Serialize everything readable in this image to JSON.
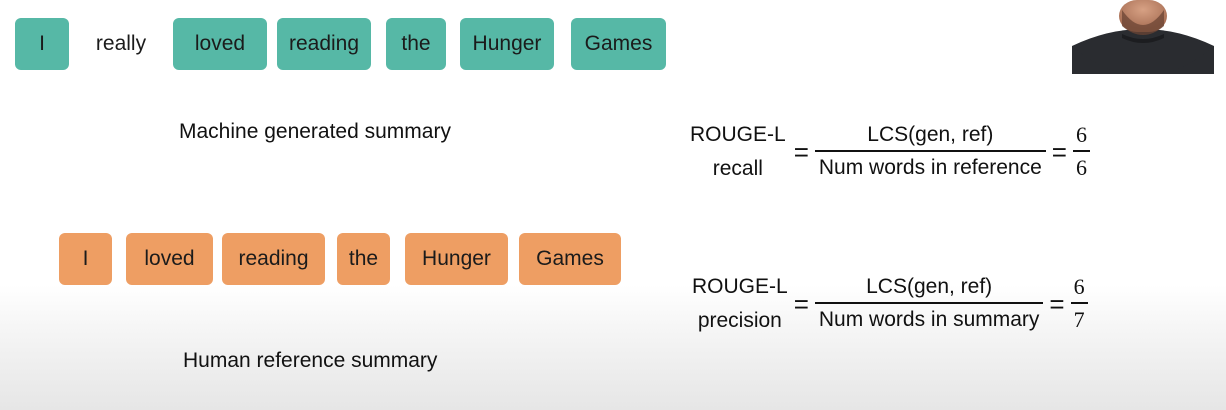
{
  "generated": {
    "tokens": [
      "I",
      "really",
      "loved",
      "reading",
      "the",
      "Hunger",
      "Games"
    ],
    "caption": "Machine generated summary"
  },
  "reference": {
    "tokens": [
      "I",
      "loved",
      "reading",
      "the",
      "Hunger",
      "Games"
    ],
    "caption": "Human reference summary"
  },
  "recall": {
    "lhs_line1": "ROUGE-L",
    "lhs_line2": "recall",
    "equals": "=",
    "numerator": "LCS(gen, ref)",
    "denominator": "Num words in reference",
    "value_numerator": "6",
    "value_denominator": "6"
  },
  "precision": {
    "lhs_line1": "ROUGE-L",
    "lhs_line2": "precision",
    "equals": "=",
    "numerator": "LCS(gen, ref)",
    "denominator": "Num words in summary",
    "value_numerator": "6",
    "value_denominator": "7"
  },
  "colors": {
    "generated_token": "#56b8a6",
    "reference_token": "#ee9e63"
  }
}
